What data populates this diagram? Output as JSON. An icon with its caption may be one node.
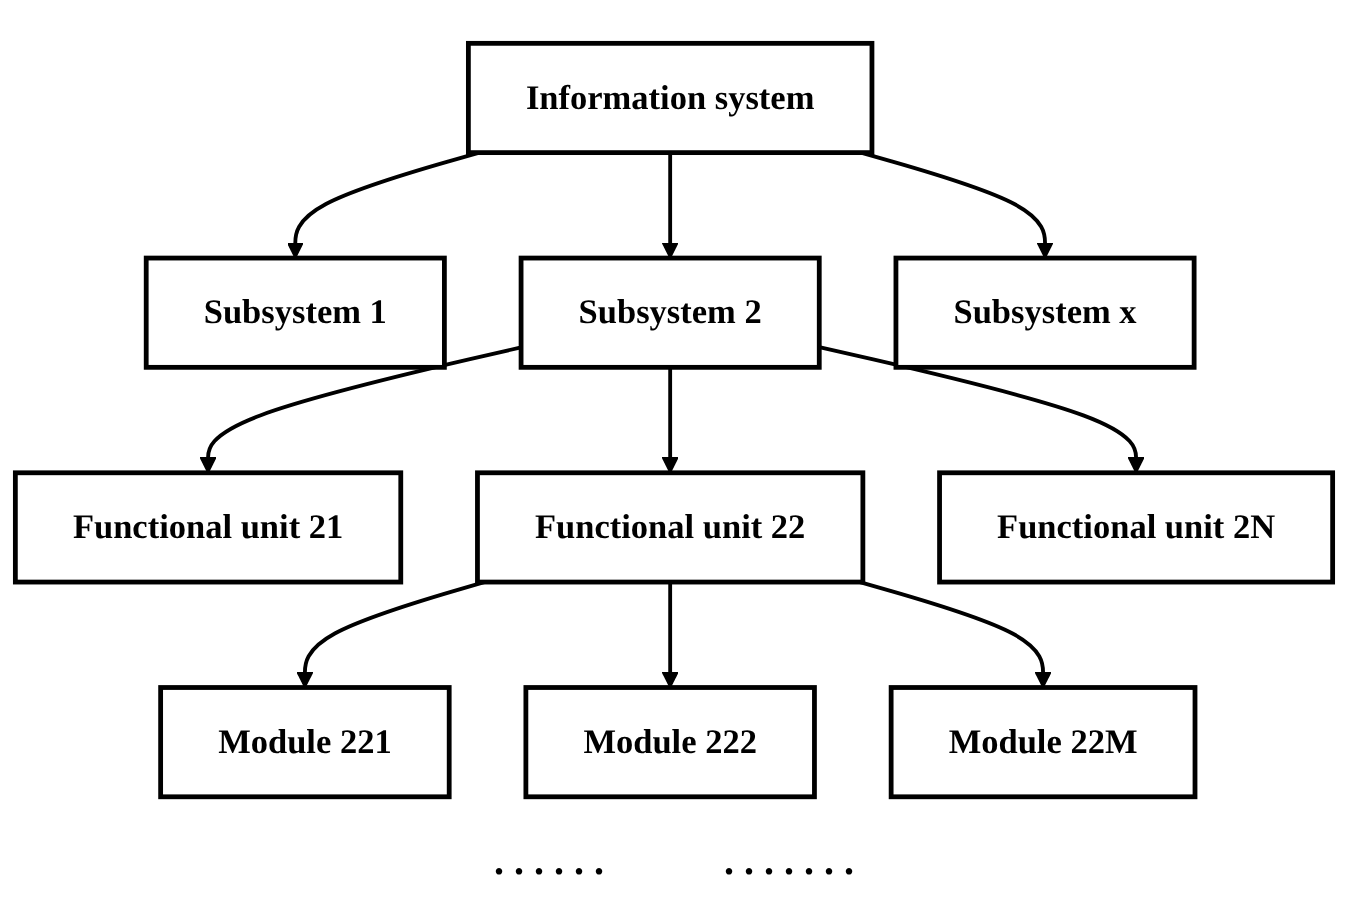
{
  "diagram": {
    "nodes": [
      {
        "text": [
          "Information system"
        ]
      },
      {
        "text": [
          "Subsystem 1"
        ]
      },
      {
        "text": [
          "Subsystem 2"
        ]
      },
      {
        "text": [
          "Subsystem x"
        ]
      },
      {
        "text": [
          "Functional unit 21"
        ]
      },
      {
        "text": [
          "Functional unit 22"
        ]
      },
      {
        "text": [
          "Functional unit 2N"
        ]
      },
      {
        "text": [
          "Module 221"
        ]
      },
      {
        "text": [
          "Module 222"
        ]
      },
      {
        "text": [
          "Module 22M"
        ]
      }
    ],
    "edges": [
      {
        "from": 0,
        "to": 1,
        "arrow": "to"
      },
      {
        "from": 0,
        "to": 2,
        "arrow": "to"
      },
      {
        "from": 0,
        "to": 3,
        "arrow": "to"
      },
      {
        "from": 2,
        "to": 4,
        "arrow": "to"
      },
      {
        "from": 2,
        "to": 5,
        "arrow": "to"
      },
      {
        "from": 2,
        "to": 6,
        "arrow": "to"
      },
      {
        "from": 5,
        "to": 7,
        "arrow": "to"
      },
      {
        "from": 5,
        "to": 8,
        "arrow": "to"
      },
      {
        "from": 5,
        "to": 9,
        "arrow": "to"
      }
    ],
    "labels": [
      ". . . . . .",
      ". . . . . . ."
    ]
  }
}
